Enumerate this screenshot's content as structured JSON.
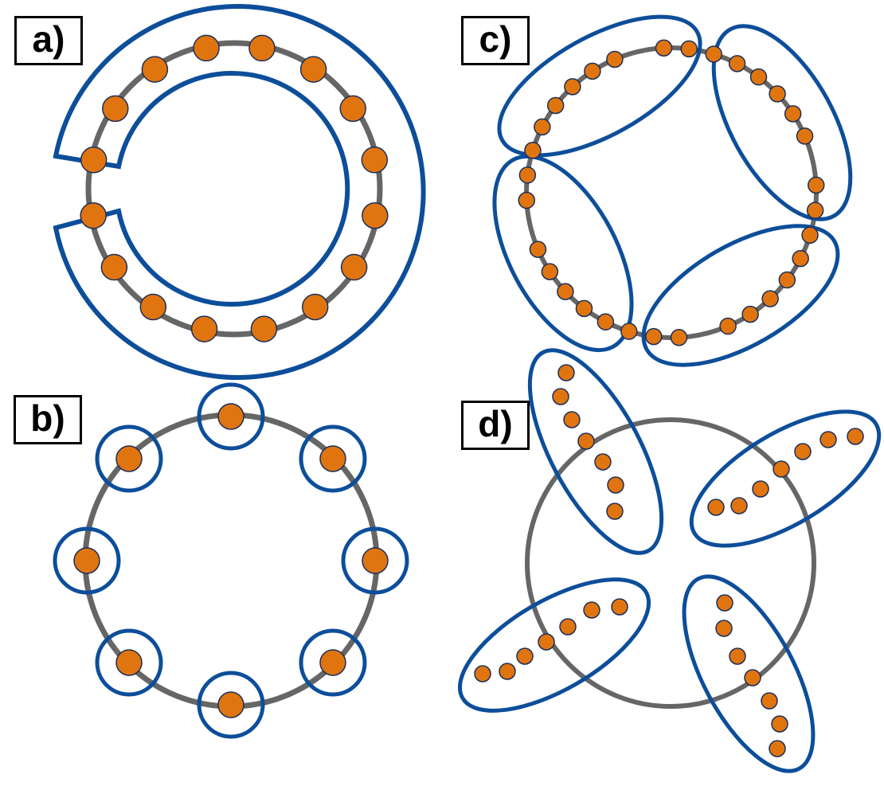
{
  "panels": {
    "a": {
      "label": "a)",
      "beads": 16,
      "enclosures": 1,
      "description_type": "single enclosing ring with gap"
    },
    "b": {
      "label": "b)",
      "beads": 8,
      "enclosures": 8
    },
    "c": {
      "label": "c)",
      "beads": 32,
      "enclosures": 4
    },
    "d": {
      "label": "d)",
      "beads": 28,
      "enclosures": 4,
      "beads_per_enclosure": 7
    }
  },
  "colors": {
    "backbone": "#666666",
    "bead_fill": "#e07510",
    "bead_stroke": "#1a2e5a",
    "enclosure": "#0d4e9a",
    "label_border": "#000000"
  }
}
